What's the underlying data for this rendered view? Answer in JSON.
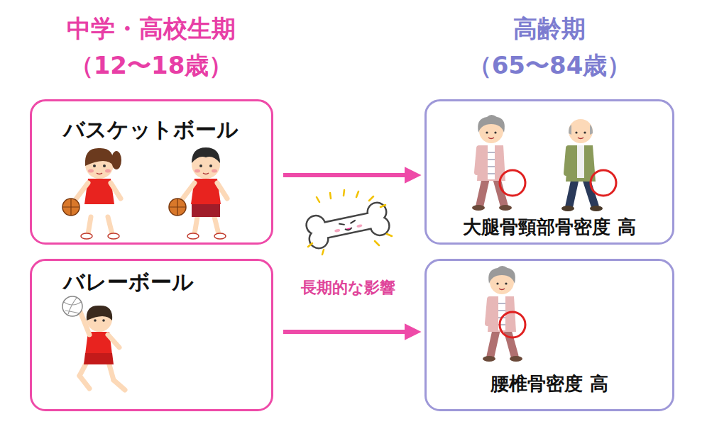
{
  "diagram": {
    "nodes": [
      {
        "text": [
          "バスケットボール"
        ]
      },
      {
        "text": [
          "大腿骨頸部骨密度 高"
        ]
      },
      {
        "text": [
          "バレーボール"
        ]
      },
      {
        "text": [
          "腰椎骨密度 高"
        ]
      }
    ],
    "edges": [
      {
        "from": 0,
        "to": 1,
        "arrow": "to"
      },
      {
        "from": 2,
        "to": 3,
        "arrow": "to"
      }
    ],
    "labels": [
      "中学・高校生期",
      "（12〜18歳）",
      "高齢期",
      "（65〜84歳）",
      "長期的な影響"
    ]
  }
}
